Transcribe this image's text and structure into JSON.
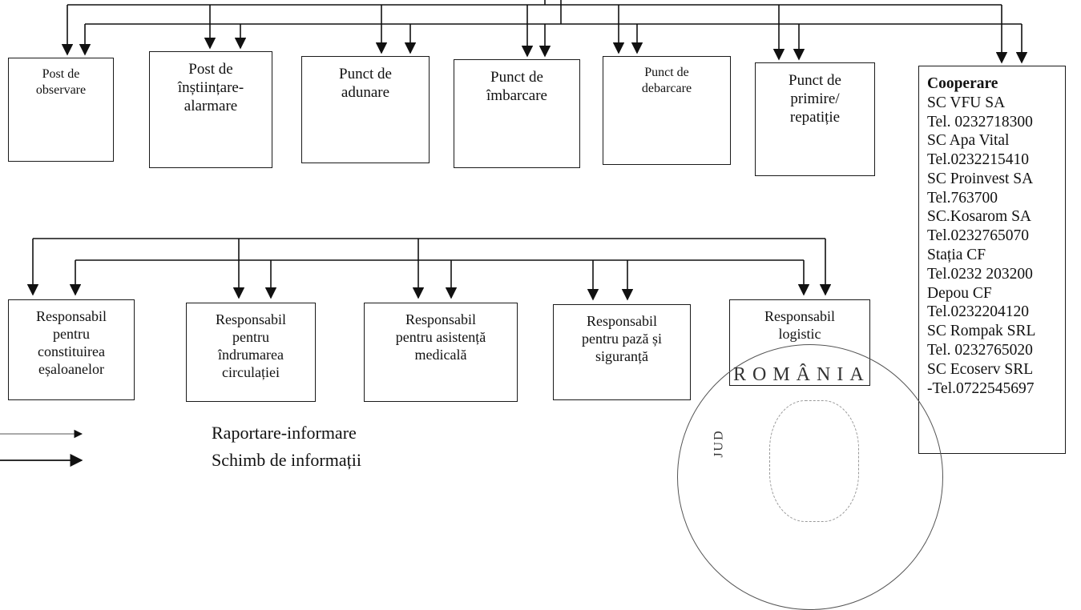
{
  "top_boxes": [
    {
      "id": "post-observare",
      "label": "Post de\nobservare"
    },
    {
      "id": "post-instiintare",
      "label": "Post de\nînștiințare-\nalarmare"
    },
    {
      "id": "punct-adunare",
      "label": "Punct de\nadunare"
    },
    {
      "id": "punct-imbarcare",
      "label": "Punct de\nîmbarcare"
    },
    {
      "id": "punct-debarcare",
      "label": "Punct de\ndebarcare"
    },
    {
      "id": "punct-primire",
      "label": "Punct de\nprimire/\nrepatiție"
    }
  ],
  "bottom_boxes": [
    {
      "id": "resp-esaloane",
      "label": "Responsabil\npentru\nconstituirea\neșaloanelor"
    },
    {
      "id": "resp-circulatie",
      "label": "Responsabil\npentru\nîndrumarea\ncirculației"
    },
    {
      "id": "resp-medical",
      "label": "Responsabil\npentru asistență\nmedicală"
    },
    {
      "id": "resp-paza",
      "label": "Responsabil\npentru pază și\nsiguranță"
    },
    {
      "id": "resp-logistic",
      "label": "Responsabil\nlogistic"
    }
  ],
  "cooperare": {
    "title": "Cooperare",
    "lines": [
      "SC VFU SA",
      "Tel. 0232718300",
      "SC Apa Vital",
      "Tel.0232215410",
      "SC Proinvest SA",
      "Tel.763700",
      "SC.Kosarom SA",
      "Tel.0232765070",
      "Stația CF",
      "Tel.0232 203200",
      "Depou CF",
      "Tel.0232204120",
      "SC Rompak SRL",
      "Tel. 0232765020",
      "SC Ecoserv SRL",
      "-Tel.0722545697"
    ]
  },
  "legend": {
    "reporting": "Raportare-informare",
    "exchange": "Schimb de informații"
  },
  "seal": {
    "text": "ROMÂNIA",
    "side": "JUD"
  }
}
